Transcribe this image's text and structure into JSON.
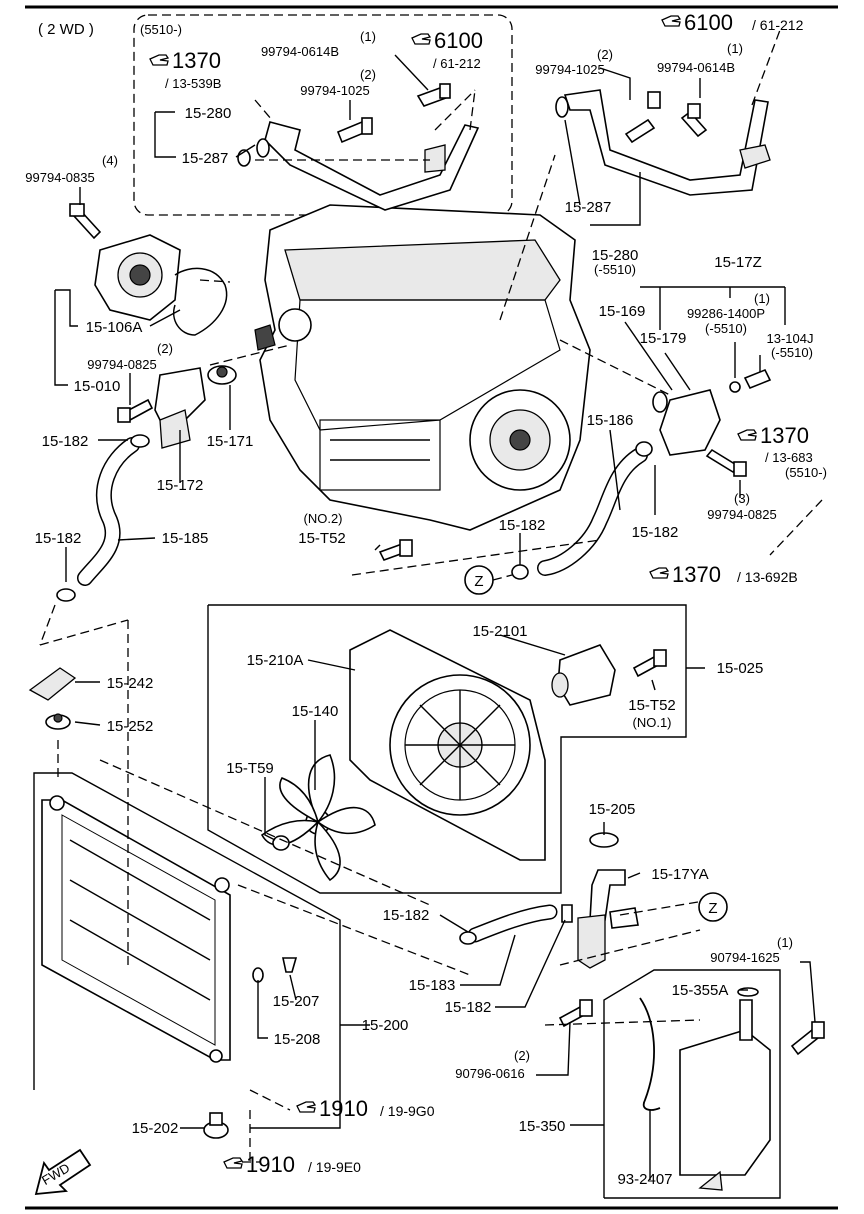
{
  "header": {
    "variant": "( 2 WD )",
    "sub_variant": "(5510-)"
  },
  "fwd_label": "FWD",
  "callouts": [
    {
      "id": "c1",
      "num": "99794-0614B",
      "qty": "(1)"
    },
    {
      "id": "c2",
      "num": "99794-1025",
      "qty": "(2)"
    },
    {
      "id": "c3",
      "num": "15-280"
    },
    {
      "id": "c4",
      "num": "15-287"
    },
    {
      "id": "c5",
      "num": "99794-1025",
      "qty": "(2)"
    },
    {
      "id": "c6",
      "num": "99794-0614B",
      "qty": "(1)"
    },
    {
      "id": "c7",
      "num": "15-287"
    },
    {
      "id": "c8",
      "num": "15-280",
      "note": "(-5510)"
    },
    {
      "id": "c9",
      "num": "99794-0835",
      "qty": "(4)"
    },
    {
      "id": "c10",
      "num": "15-106A"
    },
    {
      "id": "c11",
      "num": "15-010"
    },
    {
      "id": "c12",
      "num": "99794-0825",
      "qty": "(2)"
    },
    {
      "id": "c13",
      "num": "15-182"
    },
    {
      "id": "c14",
      "num": "15-171"
    },
    {
      "id": "c15",
      "num": "15-172"
    },
    {
      "id": "c16",
      "num": "15-17Z"
    },
    {
      "id": "c17",
      "num": "15-169"
    },
    {
      "id": "c18",
      "num": "99286-1400P",
      "qty": "(1)",
      "note": "(-5510)"
    },
    {
      "id": "c19",
      "num": "15-179"
    },
    {
      "id": "c20",
      "num": "13-104J",
      "note": "(-5510)"
    },
    {
      "id": "c21",
      "num": "15-186"
    },
    {
      "id": "c22",
      "num": "15-182"
    },
    {
      "id": "c23",
      "num": "99794-0825",
      "qty": "(3)"
    },
    {
      "id": "c24",
      "num": "15-T52",
      "qty": "(NO.2)"
    },
    {
      "id": "c25",
      "num": "15-182"
    },
    {
      "id": "c26",
      "num": "15-182"
    },
    {
      "id": "c27",
      "num": "15-185"
    },
    {
      "id": "c28",
      "num": "15-2101"
    },
    {
      "id": "c29",
      "num": "15-210A"
    },
    {
      "id": "c30",
      "num": "15-025"
    },
    {
      "id": "c31",
      "num": "15-T52",
      "qty": "(NO.1)"
    },
    {
      "id": "c32",
      "num": "15-140"
    },
    {
      "id": "c33",
      "num": "15-T59"
    },
    {
      "id": "c34",
      "num": "15-242"
    },
    {
      "id": "c35",
      "num": "15-252"
    },
    {
      "id": "c36",
      "num": "15-205"
    },
    {
      "id": "c37",
      "num": "15-17YA"
    },
    {
      "id": "c38",
      "num": "15-182"
    },
    {
      "id": "c39",
      "num": "15-183"
    },
    {
      "id": "c40",
      "num": "15-182"
    },
    {
      "id": "c41",
      "num": "90794-1625",
      "qty": "(1)"
    },
    {
      "id": "c42",
      "num": "15-355A"
    },
    {
      "id": "c43",
      "num": "15-207"
    },
    {
      "id": "c44",
      "num": "15-208"
    },
    {
      "id": "c45",
      "num": "15-200"
    },
    {
      "id": "c46",
      "num": "90796-0616",
      "qty": "(2)"
    },
    {
      "id": "c47",
      "num": "15-350"
    },
    {
      "id": "c48",
      "num": "15-202"
    },
    {
      "id": "c49",
      "num": "93-2407"
    }
  ],
  "references": [
    {
      "id": "r1",
      "main": "1370",
      "sub": "/ 13-539B"
    },
    {
      "id": "r2",
      "main": "6100",
      "sub": "/ 61-212"
    },
    {
      "id": "r3",
      "main": "6100",
      "sub": "/ 61-212"
    },
    {
      "id": "r4",
      "main": "1370",
      "sub": "/ 13-683",
      "note": "(5510-)"
    },
    {
      "id": "r5",
      "main": "1370",
      "sub": "/ 13-692B"
    },
    {
      "id": "r6",
      "main": "1910",
      "sub": "/ 19-9G0"
    },
    {
      "id": "r7",
      "main": "1910",
      "sub": "/ 19-9E0"
    }
  ],
  "connectors": [
    {
      "id": "z1",
      "label": "Z"
    },
    {
      "id": "z2",
      "label": "Z"
    }
  ]
}
